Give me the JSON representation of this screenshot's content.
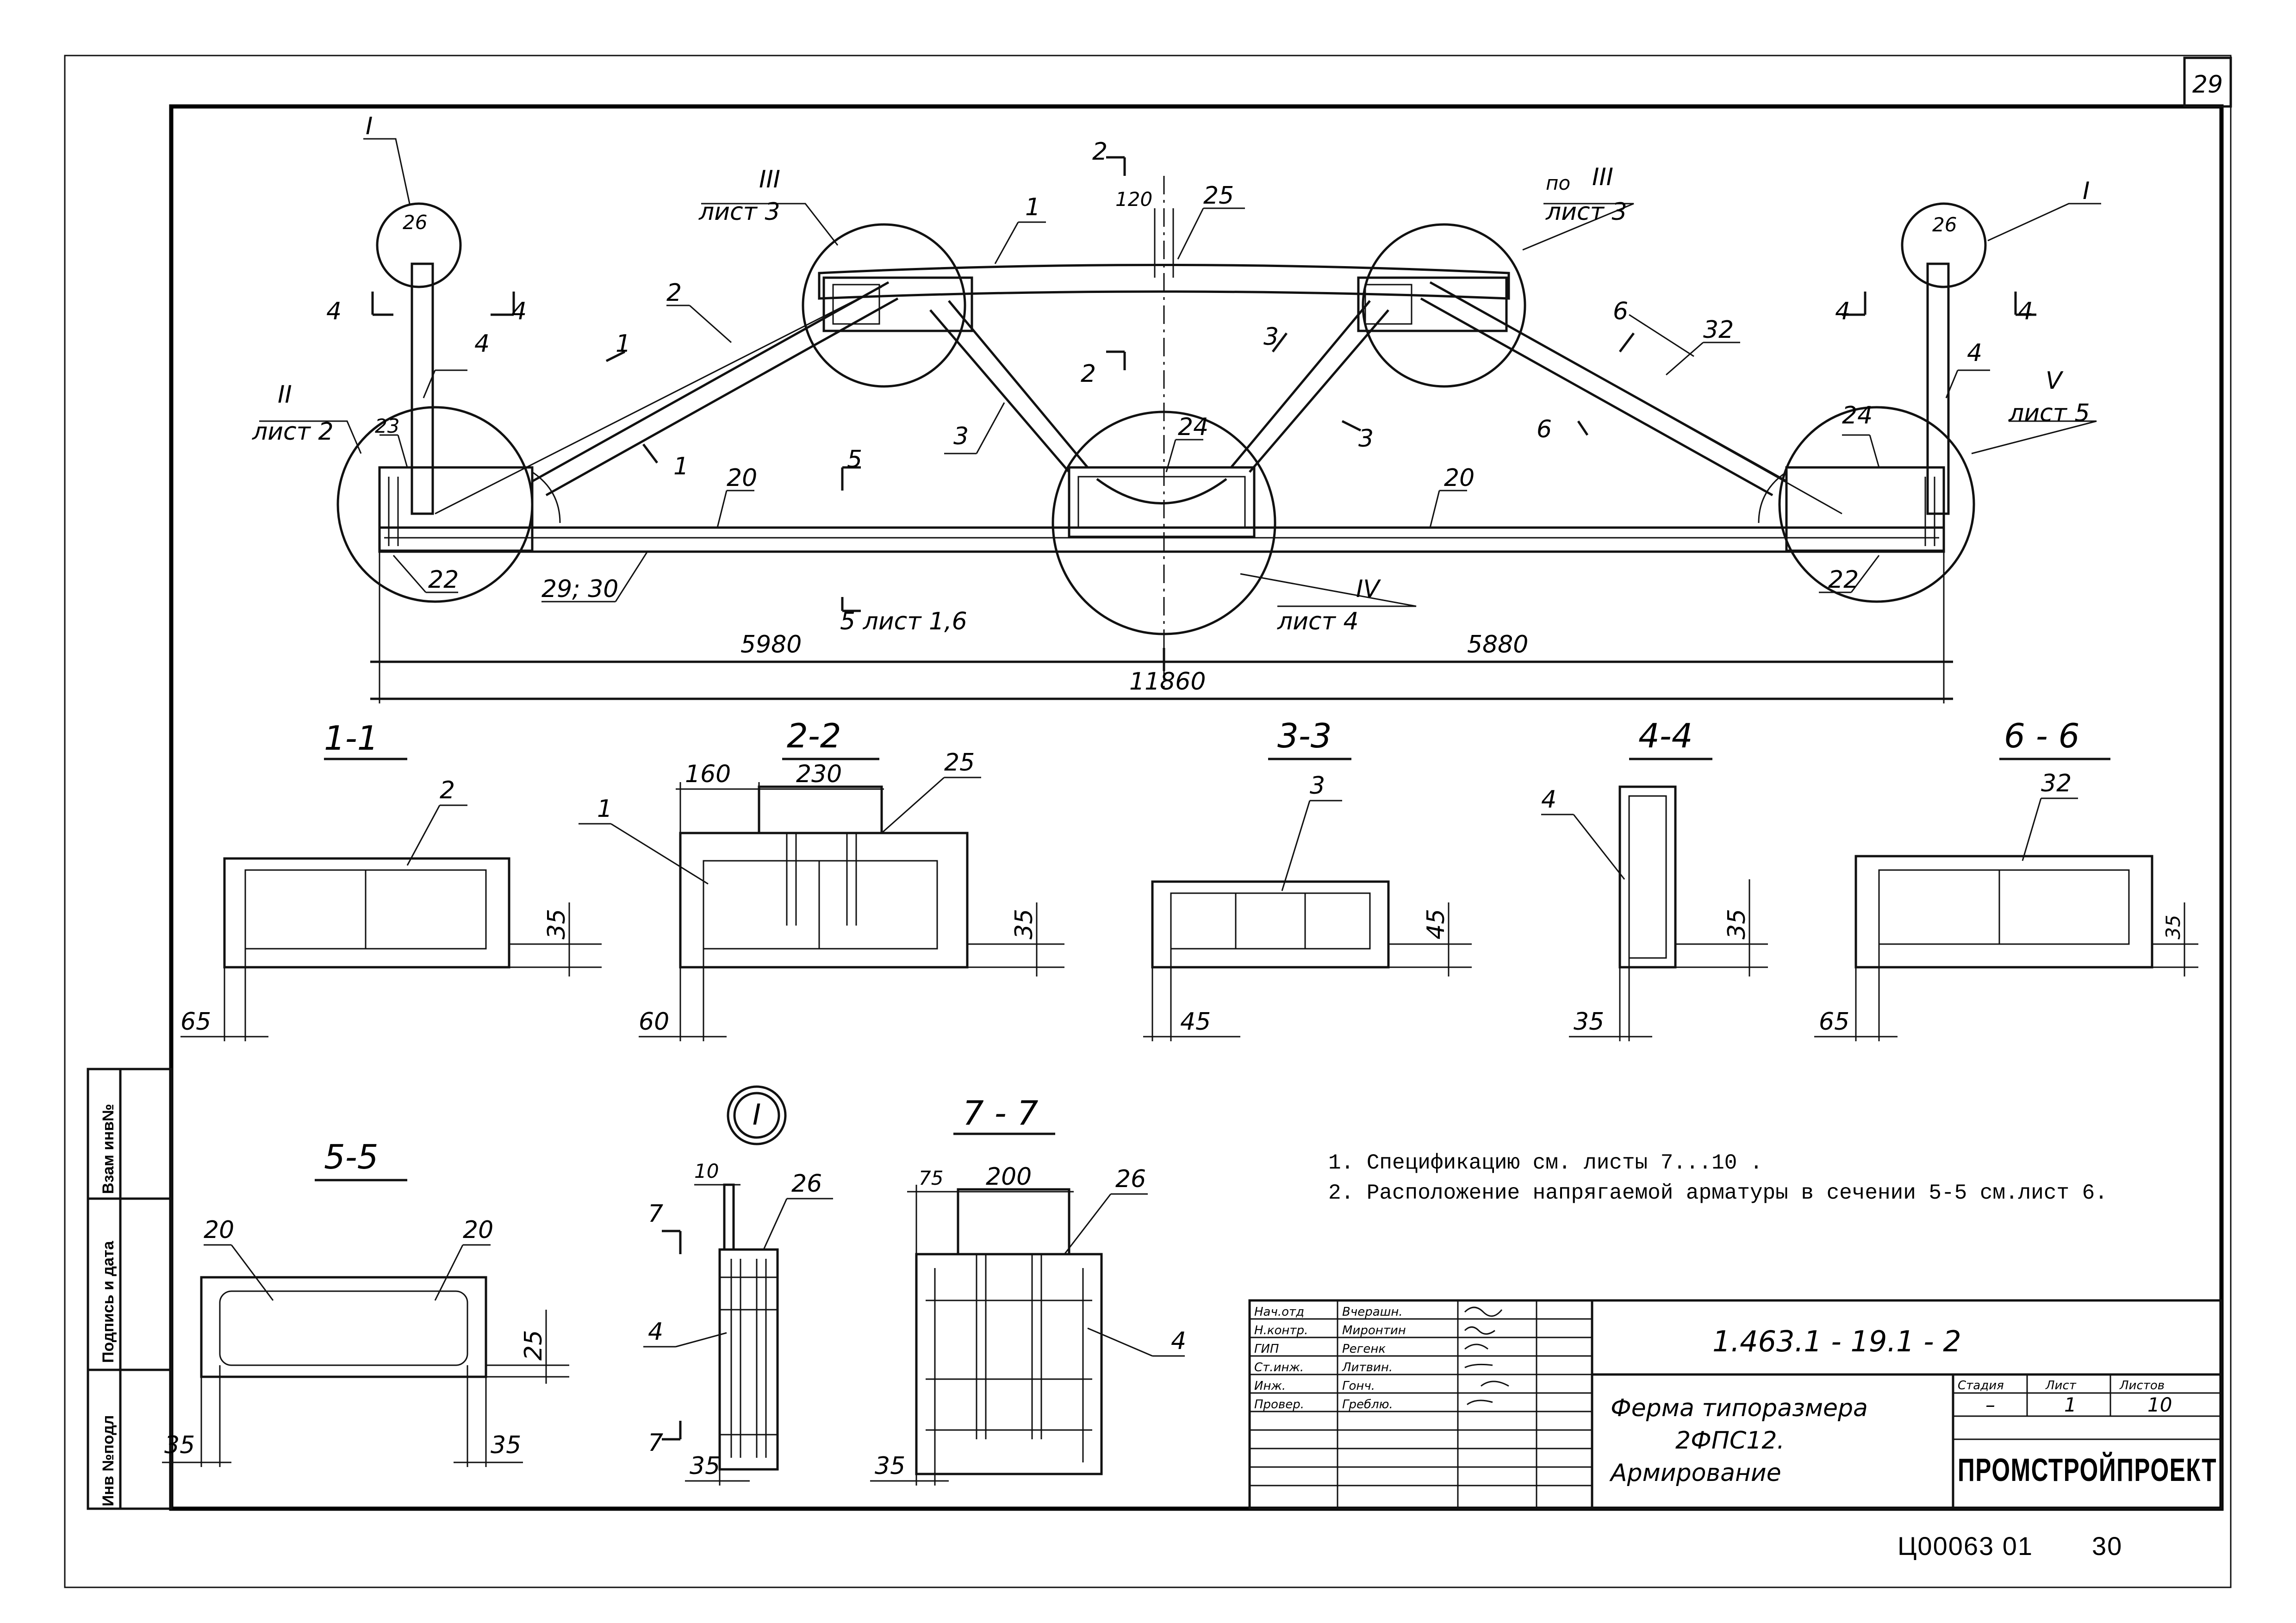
{
  "sheet": {
    "number": "29",
    "inventory_number": "Ц00063 01",
    "bottom_page": "30"
  },
  "side_stamp": {
    "col_inv": "Инв №подл",
    "col_sign": "Подпись и дата",
    "col_replace": "Взам инв№"
  },
  "main_view": {
    "node_refs": {
      "n1_left": "I",
      "n1_right": "I",
      "n2": "II",
      "n2_sheet": "лист 2",
      "n3": "III",
      "n3_sheet": "лист 3",
      "n3r_prefix": "по",
      "n3r": "III",
      "n3r_sheet": "лист 3",
      "n4": "IV",
      "n4_sheet": "лист 4",
      "n5": "V",
      "n5_sheet": "лист 5"
    },
    "positions": {
      "p1": "1",
      "p2": "2",
      "p3": "3",
      "p4_left": "4",
      "p4_right": "4",
      "p20_left": "20",
      "p20_right": "20",
      "p22_left": "22",
      "p22_right": "22",
      "p23": "23",
      "p24_center": "24",
      "p24_right": "24",
      "p25": "25",
      "p26_left": "26",
      "p26_right": "26",
      "p29_30": "29; 30",
      "p32": "32"
    },
    "cuts": {
      "c1a": "1",
      "c1b": "1",
      "c2a": "2",
      "c2b": "2",
      "c3a": "3",
      "c3b": "3",
      "c4a": "4",
      "c4b": "4",
      "c4c": "4",
      "c4d": "4",
      "c5a": "5",
      "c5b": "5 лист 1,6",
      "c6a": "6",
      "c6b": "6"
    },
    "dims": {
      "d120": "120",
      "left": "5980",
      "right": "5880",
      "total": "11860"
    }
  },
  "sections": {
    "s11": {
      "title": "1-1",
      "pos": "2",
      "dim_h": "35",
      "dim_w": "65"
    },
    "s22": {
      "title": "2-2",
      "pos_a": "1",
      "pos_b": "25",
      "dim_top1": "160",
      "dim_top2": "230",
      "dim_h": "35",
      "dim_w": "60"
    },
    "s33": {
      "title": "3-3",
      "pos": "3",
      "dim_h": "45",
      "dim_w": "45"
    },
    "s44": {
      "title": "4-4",
      "pos": "4",
      "dim_h": "35",
      "dim_w": "35"
    },
    "s66": {
      "title": "6 - 6",
      "pos": "32",
      "dim_h": "35",
      "dim_w": "65"
    },
    "s55": {
      "title": "5-5",
      "pos_l": "20",
      "pos_r": "20",
      "dim_h": "25",
      "dim_l": "35",
      "dim_r": "35"
    },
    "nodeI": {
      "title": "I",
      "pos_a": "26",
      "pos_b": "4",
      "dim_top": "10",
      "dim_bot": "35",
      "cut_a": "7",
      "cut_b": "7"
    },
    "s77": {
      "title": "7 - 7",
      "pos_a": "26",
      "pos_b": "4",
      "dim_a": "75",
      "dim_b": "200",
      "dim_bot": "35"
    }
  },
  "notes": [
    "1. Спецификацию см. листы 7...10 .",
    "2. Расположение напрягаемой арматуры в сечении 5-5 см.лист 6."
  ],
  "title_block": {
    "code": "1.463.1 - 19.1 - 2",
    "title_line1": "Ферма типоразмера",
    "title_line2": "2ФПС12.",
    "title_line3": "Армирование",
    "stage_label": "Стадия",
    "sheet_label": "Лист",
    "sheets_label": "Листов",
    "stage_value": "–",
    "sheet_value": "1",
    "sheets_value": "10",
    "org": "ПРОМСТРОЙПРОЕКТ",
    "roles": [
      "Нач.отд",
      "Н.контр.",
      "ГИП",
      "Ст.инж.",
      "Инж.",
      "Провер."
    ],
    "names": [
      "Вчерашн.",
      "Миронтин",
      "Регенк",
      "Литвин.",
      "Гонч.",
      "Греблю."
    ]
  }
}
